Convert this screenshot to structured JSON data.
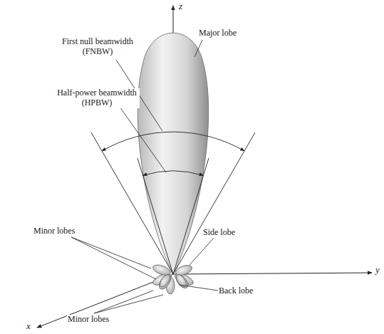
{
  "diagram": {
    "labels": [
      "First null beamwidth (FNBW)",
      "Half-power beamwidth (HPBW)",
      "Major lobe",
      "Minor lobes",
      "Side lobe",
      "Back lobe",
      "Minor lobes",
      "z",
      "y",
      "x"
    ]
  }
}
